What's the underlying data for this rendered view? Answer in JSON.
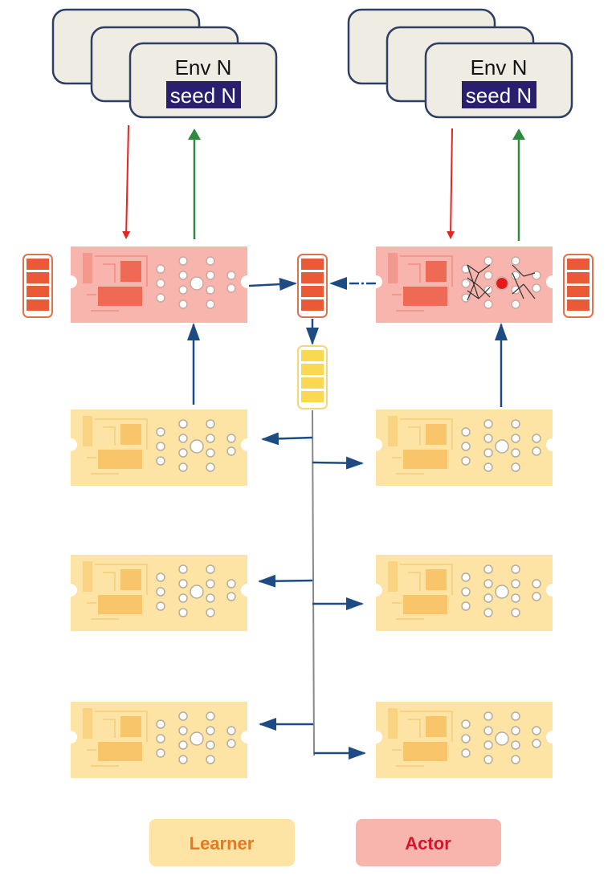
{
  "environments": [
    {
      "title": "Env N",
      "seed": "seed N"
    },
    {
      "title": "Env N",
      "seed": "seed N"
    }
  ],
  "legend": {
    "learner": "Learner",
    "actor": "Actor"
  },
  "colors": {
    "learner_board": "#fde3a4",
    "learner_chip": "#f9c56a",
    "actor_board": "#f8b5ae",
    "actor_chip": "#ef6a55",
    "env_fill": "#efece3",
    "env_stroke": "#2d3f63",
    "seed_bg": "#2a1f6e",
    "arrow_red": "#e8221f",
    "arrow_green": "#2e8b3e",
    "arrow_blue": "#1e4b83",
    "buffer_orange": "#ea5a36",
    "buffer_yellow": "#fbd852",
    "legend_learner_text": "#e8781f",
    "legend_actor_text": "#d8132a"
  }
}
